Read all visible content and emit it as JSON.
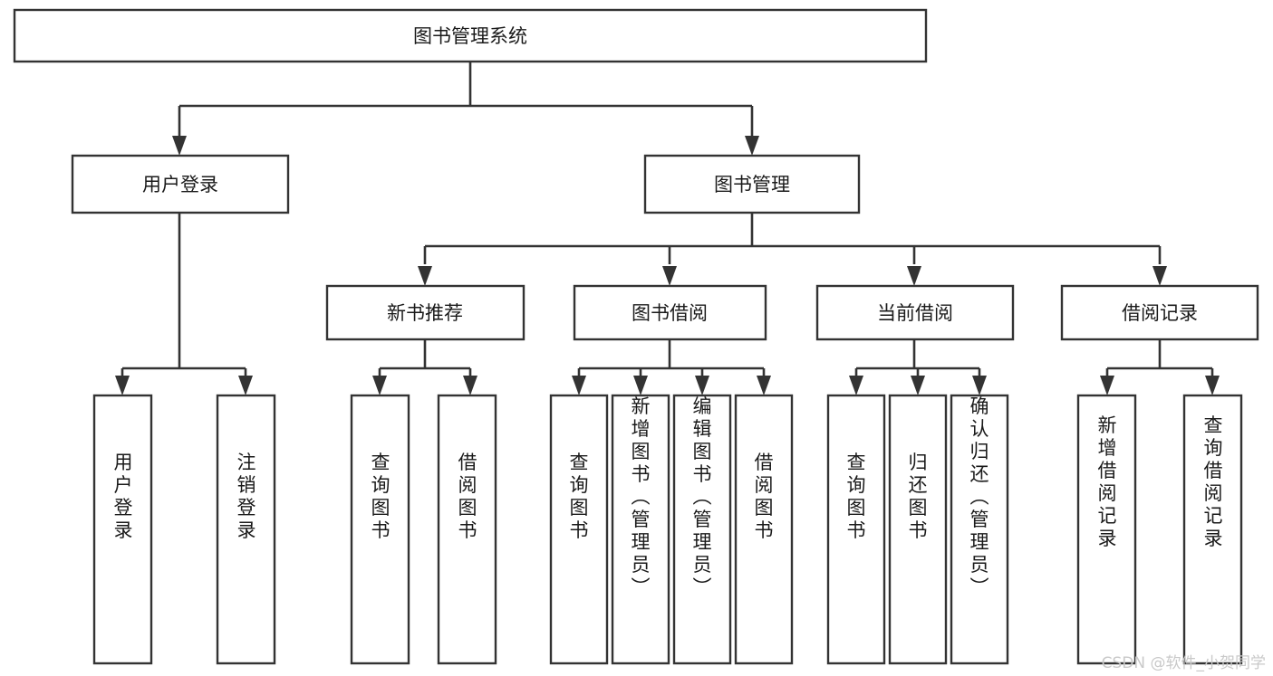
{
  "diagram": {
    "type": "tree",
    "title": "图书管理系统",
    "root": {
      "label": "图书管理系统"
    },
    "level1": [
      {
        "label": "用户登录"
      },
      {
        "label": "图书管理"
      }
    ],
    "level2": [
      {
        "label": "新书推荐"
      },
      {
        "label": "图书借阅"
      },
      {
        "label": "当前借阅"
      },
      {
        "label": "借阅记录"
      }
    ],
    "leaves": {
      "user_login": [
        "用户登录",
        "注销登录"
      ],
      "new_book_recommend": [
        "查询图书",
        "借阅图书"
      ],
      "book_borrow": [
        "查询图书",
        "新增图书（管理员）",
        "编辑图书（管理员）",
        "借阅图书"
      ],
      "current_borrow": [
        "查询图书",
        "归还图书",
        "确认归还（管理员）"
      ],
      "borrow_record": [
        "新增借阅记录",
        "查询借阅记录"
      ]
    },
    "colors": {
      "box_stroke": "#333333",
      "box_fill": "#ffffff",
      "text": "#1a1a1a",
      "background": "#ffffff",
      "watermark": "#c9c9c9"
    }
  },
  "watermark": {
    "text": "CSDN @软件_小贺同学"
  }
}
